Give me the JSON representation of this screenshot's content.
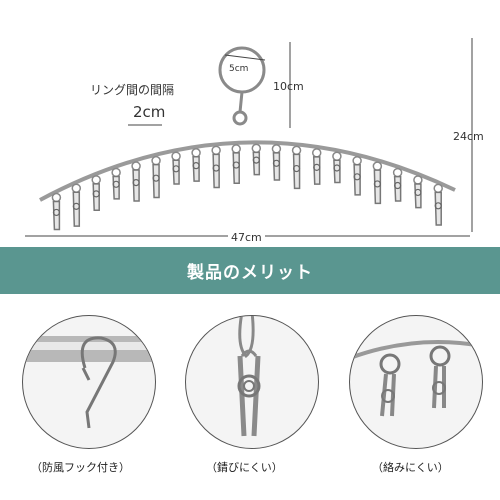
{
  "dimensions": {
    "ring_label": "5cm",
    "hook_height_label": "10cm",
    "ring_spacing_label": "リング間の間隔",
    "ring_spacing_value": "2cm",
    "total_height_label": "24cm",
    "total_width_label": "47cm"
  },
  "banner": {
    "title": "製品のメリット",
    "color": "#5a9690"
  },
  "features": [
    {
      "caption": "（防風フック付き）"
    },
    {
      "caption": "（錆びにくい）"
    },
    {
      "caption": "（絡みにくい）"
    }
  ]
}
